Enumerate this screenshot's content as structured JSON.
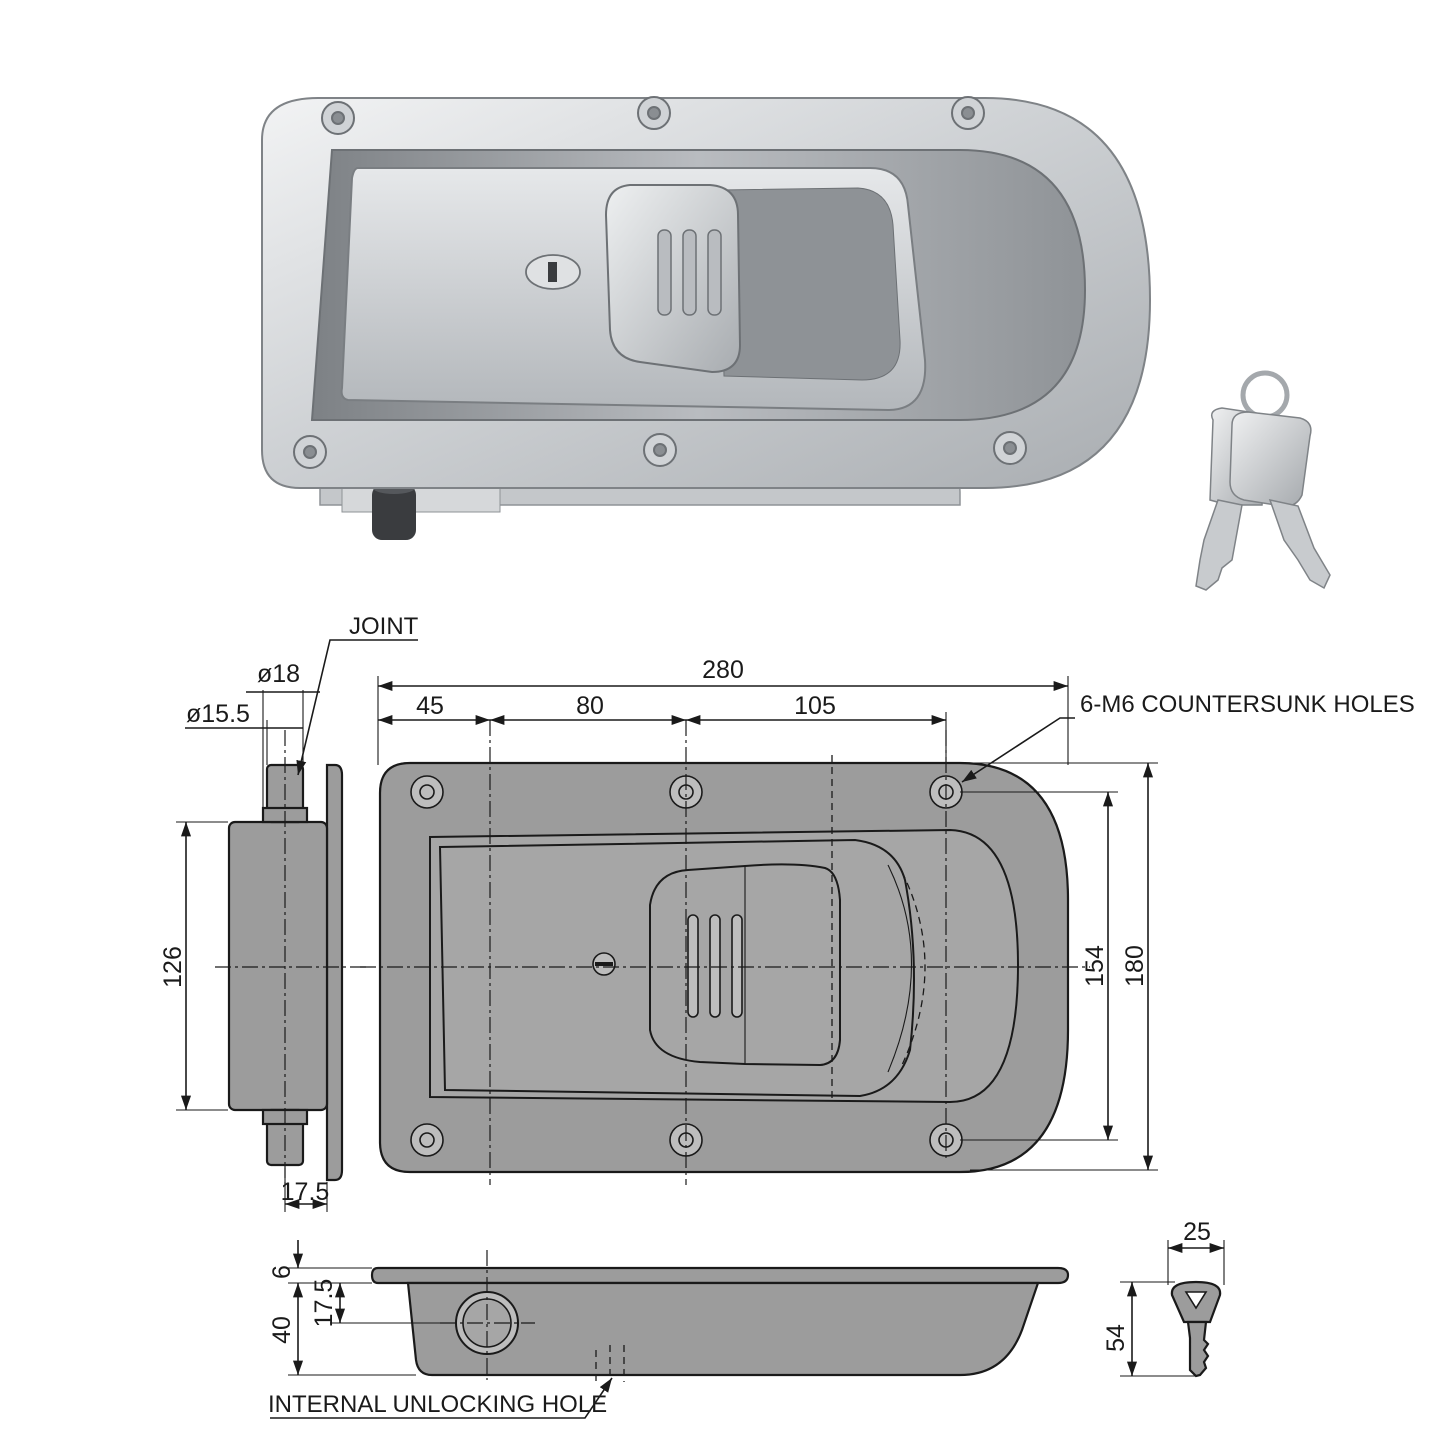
{
  "labels": {
    "joint": "JOINT",
    "countersunk_holes": "6-M6 COUNTERSUNK HOLES",
    "internal_unlocking_hole": "INTERNAL UNLOCKING HOLE"
  },
  "dimensions": {
    "dia_18": "ø18",
    "dia_15_5": "ø15.5",
    "overall_length": "280",
    "seg_45": "45",
    "seg_80": "80",
    "seg_105": "105",
    "height_126": "126",
    "height_154": "154",
    "height_180": "180",
    "depth_17_5": "17.5",
    "flange_6": "6",
    "side_17_5": "17.5",
    "side_40": "40",
    "key_width_25": "25",
    "key_length_54": "54"
  },
  "colors": {
    "drawing_fill": "#9c9c9c",
    "line": "#1a1a1a",
    "metal_light": "#e2e4e6",
    "metal_dark": "#8d9195"
  }
}
